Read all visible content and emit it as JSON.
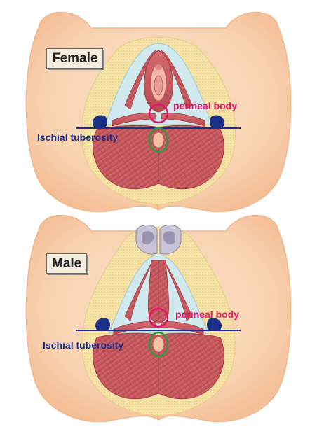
{
  "panels": {
    "female": {
      "sex_label": "Female",
      "perineal_label": "perineal body",
      "ischial_label": "Ischial tuberosity"
    },
    "male": {
      "sex_label": "Male",
      "perineal_label": "perineal body",
      "ischial_label": "Ischial tuberosity"
    }
  },
  "colors": {
    "skin": "#f9d6b7",
    "skin_shadow": "#f1b78f",
    "muscle": "#c85a5f",
    "fat_border": "#f6e3a8",
    "membrane": "#c9e7ec",
    "marker_line": "#1e2f8a",
    "perineal_ring": "#e2156b",
    "anal_ring": "#2f9a3e",
    "label_text_pink": "#e2156b",
    "label_text_navy": "#1e2f8a"
  }
}
